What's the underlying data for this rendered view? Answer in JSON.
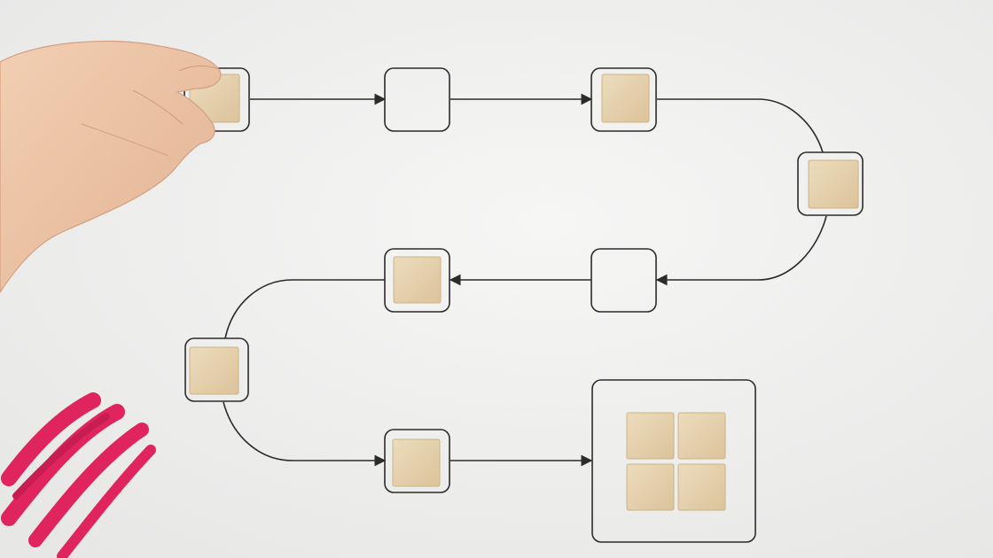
{
  "colors": {
    "background": "#efefee",
    "line": "#2b2b2b",
    "block_face": "#e8d3ad",
    "block_edge": "#cdb386",
    "accent_scribble": "#e0245e",
    "skin": "#efc6a7"
  },
  "flow": {
    "node_states": [
      "filled",
      "empty",
      "filled",
      "filled",
      "empty",
      "filled",
      "filled",
      "filled",
      "goal-four-blocks"
    ]
  }
}
